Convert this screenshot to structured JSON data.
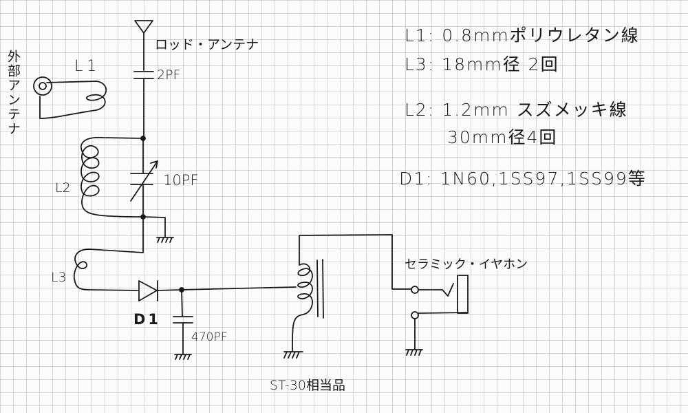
{
  "labels": {
    "rod_antenna": "ロッド・アンテナ",
    "external_antenna": "外部アンテナ",
    "l1": "L1",
    "l2": "L2",
    "l3": "L3",
    "d1": "D1",
    "cap_2pf": "2PF",
    "cap_10pf": "10PF",
    "cap_470pf": "470PF",
    "earphone": "セラミック・イヤホン",
    "transformer": "ST-30相当品"
  },
  "notes": [
    "L1: 0.8mmポリウレタン線",
    "L3: 18mm径 2回",
    "L2: 1.2mm スズメッキ線",
    "30mm径4回",
    "D1: 1N60,1SS97,1SS99等"
  ],
  "colors": {
    "ink": "#1a1a1a",
    "grid": "#bdbdbd"
  }
}
